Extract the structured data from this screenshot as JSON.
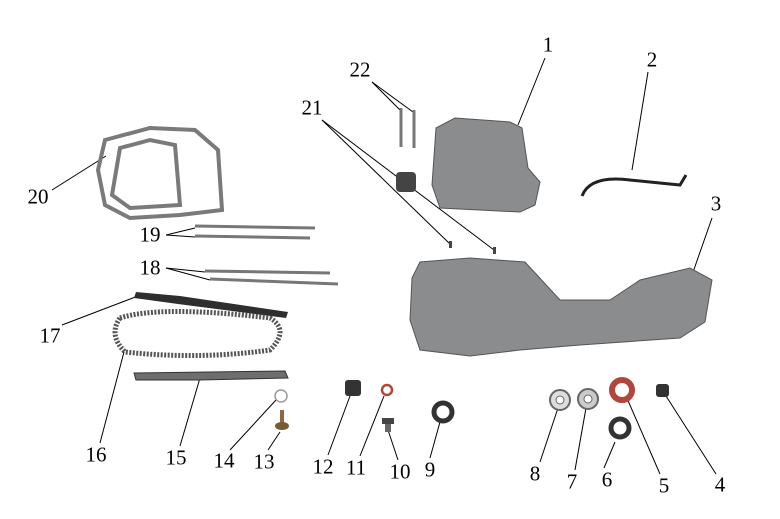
{
  "diagram": {
    "type": "exploded-parts-diagram",
    "callouts": [
      {
        "id": "1",
        "label": "1"
      },
      {
        "id": "2",
        "label": "2"
      },
      {
        "id": "3",
        "label": "3"
      },
      {
        "id": "4",
        "label": "4"
      },
      {
        "id": "5",
        "label": "5"
      },
      {
        "id": "6",
        "label": "6"
      },
      {
        "id": "7",
        "label": "7"
      },
      {
        "id": "8",
        "label": "8"
      },
      {
        "id": "9",
        "label": "9"
      },
      {
        "id": "10",
        "label": "10"
      },
      {
        "id": "11",
        "label": "11"
      },
      {
        "id": "12",
        "label": "12"
      },
      {
        "id": "13",
        "label": "13"
      },
      {
        "id": "14",
        "label": "14"
      },
      {
        "id": "15",
        "label": "15"
      },
      {
        "id": "16",
        "label": "16"
      },
      {
        "id": "17",
        "label": "17"
      },
      {
        "id": "18",
        "label": "18"
      },
      {
        "id": "19",
        "label": "19"
      },
      {
        "id": "20",
        "label": "20"
      },
      {
        "id": "21",
        "label": "21"
      },
      {
        "id": "22",
        "label": "22"
      }
    ],
    "colors": {
      "metal": "#8a8c8e",
      "dark": "#3a3a3a",
      "seal_red": "#b0473a",
      "line": "#000000"
    }
  }
}
